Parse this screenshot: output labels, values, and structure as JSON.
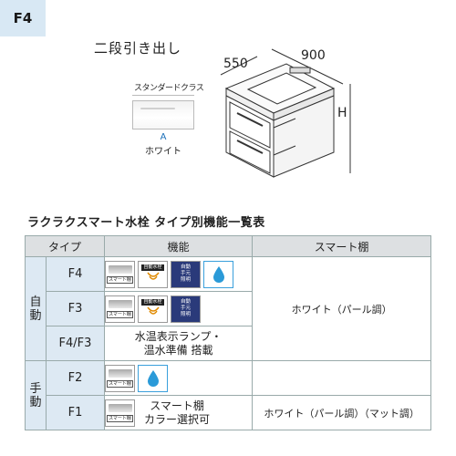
{
  "model_badge": "F4",
  "drawer_title": "二段引き出し",
  "swatch": {
    "grade": "スタンダードクラス",
    "code": "A",
    "color_name": "ホワイト"
  },
  "dimensions": {
    "depth": "550",
    "width": "900",
    "height": "H"
  },
  "table": {
    "title": "ラクラクスマート水栓 タイプ別機能一覧表",
    "headers": [
      "タイプ",
      "機能",
      "スマート棚"
    ],
    "groups": {
      "auto": "自\n動",
      "manual": "手\n動"
    },
    "rows": [
      {
        "type": "F4"
      },
      {
        "type": "F3"
      },
      {
        "type": "F4/F3",
        "feature_text": "水温表示ランプ・\n温水準備 搭載"
      },
      {
        "type": "F2"
      },
      {
        "type": "F1",
        "feature_text": "スマート棚\nカラー選択可"
      }
    ],
    "shelf_auto": "ホワイト（パール調）",
    "shelf_f1": "ホワイト（パール調）（マット調）",
    "icon_labels": {
      "shelf": "スマート棚",
      "auto": "自動水栓",
      "warm": "自動\n手元\n照明"
    }
  }
}
